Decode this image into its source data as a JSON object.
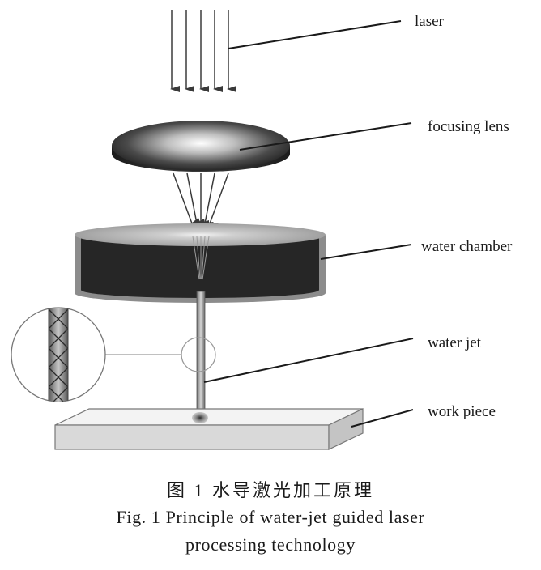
{
  "labels": {
    "laser": "laser",
    "focusing_lens": "focusing lens",
    "water_chamber": "water chamber",
    "water_jet": "water jet",
    "work_piece": "work piece"
  },
  "caption": {
    "chinese": "图 1   水导激光加工原理",
    "english_line1": "Fig. 1    Principle of water-jet guided laser",
    "english_line2": "processing technology"
  },
  "colors": {
    "line": "#1a1a1a",
    "chamber_outer": "#8c8c8c",
    "chamber_inner": "#262626",
    "lens_dark": "#2b2b2b",
    "workpiece": "#d9d9d9"
  }
}
